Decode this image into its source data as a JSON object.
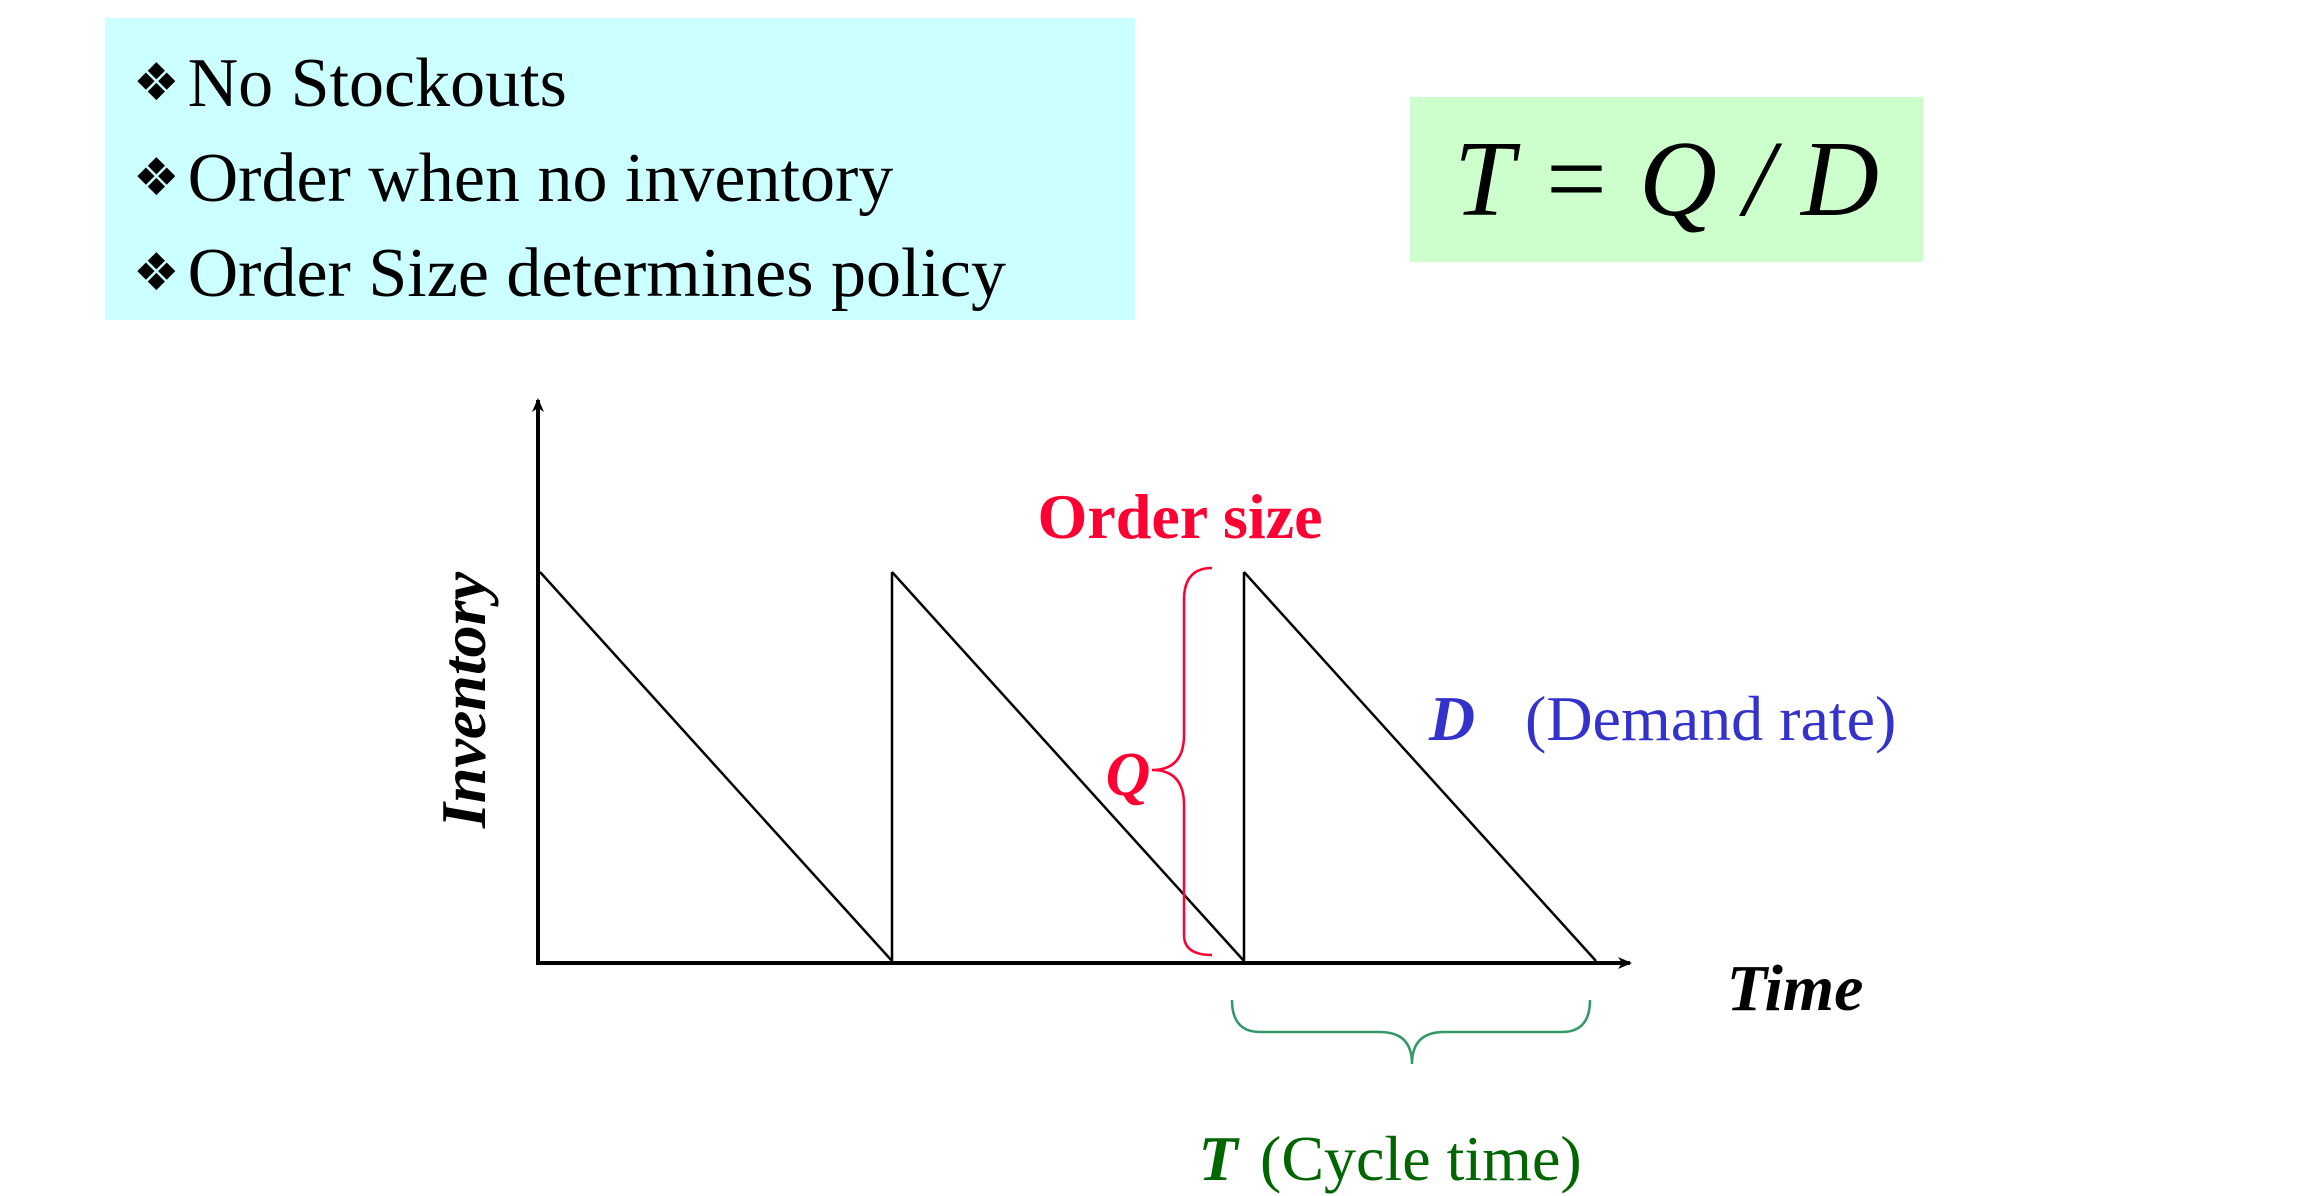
{
  "bullets": [
    {
      "mark": "❖",
      "text": "No Stockouts"
    },
    {
      "mark": "❖",
      "text": "Order when no inventory"
    },
    {
      "mark": "❖",
      "text": "Order Size determines policy"
    }
  ],
  "formula": "T = Q / D",
  "diagram": {
    "y_axis_label": "Inventory",
    "x_axis_label": "Time",
    "order_size_label": "Order size",
    "q_label": "Q",
    "demand_symbol": "D",
    "demand_text": "(Demand rate)",
    "cycle_symbol": "T",
    "cycle_text": "(Cycle time)",
    "cycles": 3
  },
  "colors": {
    "bullet_box": "#ccffff",
    "formula_box": "#ccffcc",
    "order_size": "#ff0033",
    "demand": "#3333cc",
    "cycle": "#006600",
    "cycle_brace": "#339966",
    "line": "#000000"
  }
}
